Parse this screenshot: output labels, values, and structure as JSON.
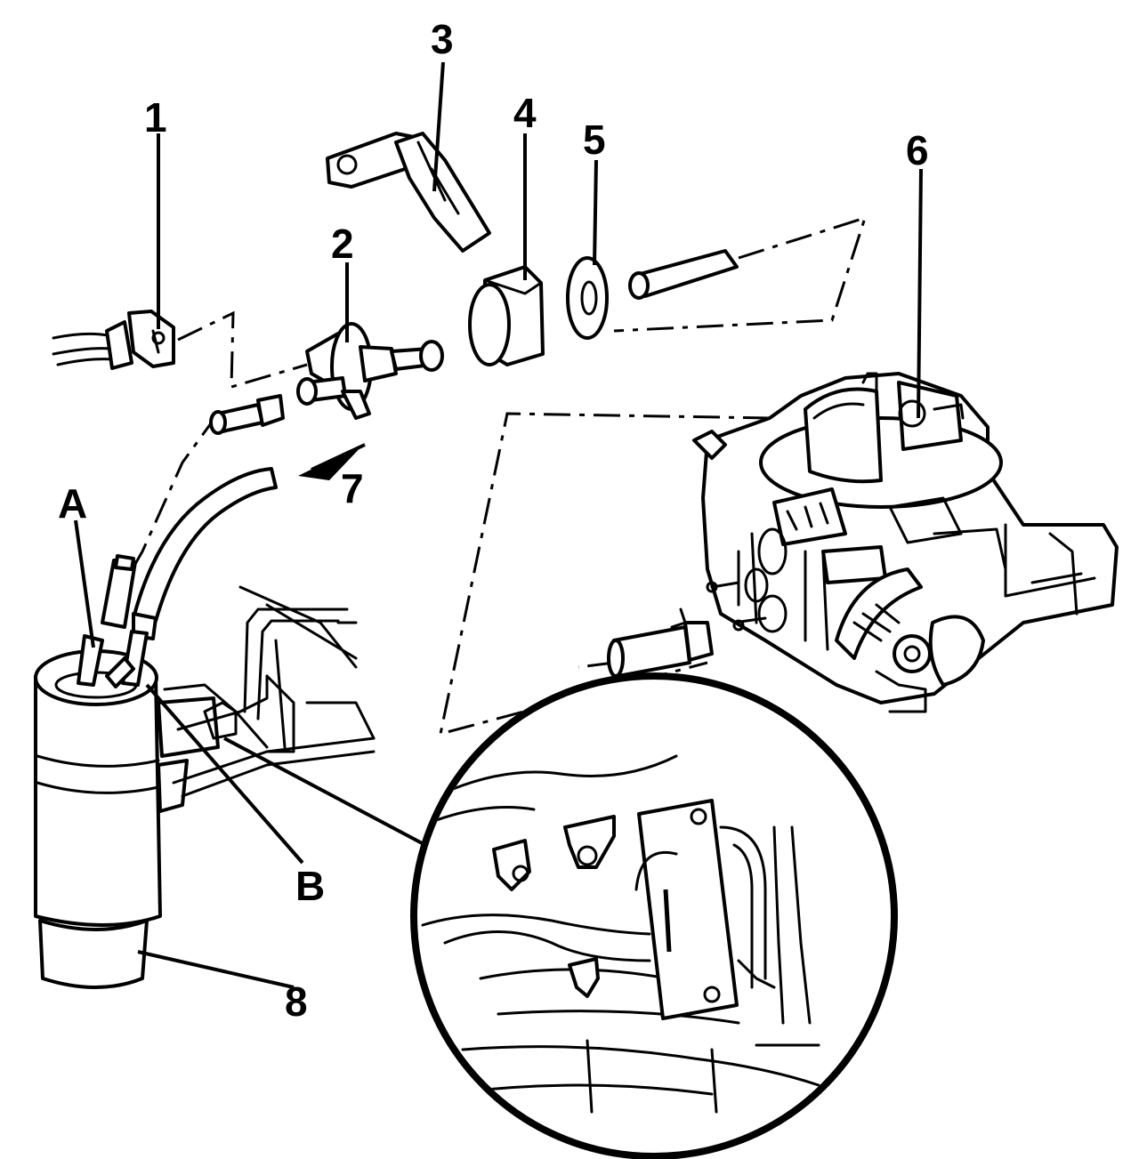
{
  "labels": {
    "l1": "1",
    "l2": "2",
    "l3": "3",
    "l4": "4",
    "l5": "5",
    "l6": "6",
    "l7": "7",
    "l8": "8",
    "lA": "A",
    "lB": "B"
  }
}
